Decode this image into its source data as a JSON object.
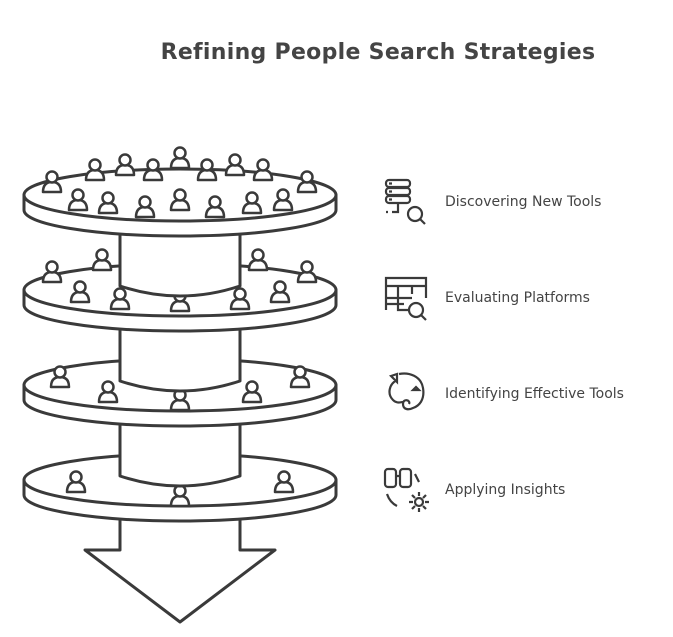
{
  "title": "Refining People Search Strategies",
  "steps": [
    {
      "label": "Discovering New Tools",
      "icon": "server-search-icon"
    },
    {
      "label": "Evaluating Platforms",
      "icon": "table-search-icon"
    },
    {
      "label": "Identifying Effective Tools",
      "icon": "elephant-icon"
    },
    {
      "label": "Applying Insights",
      "icon": "binoculars-gear-icon"
    }
  ],
  "colors": {
    "stroke": "#3a3a3a",
    "fill": "#ffffff"
  }
}
